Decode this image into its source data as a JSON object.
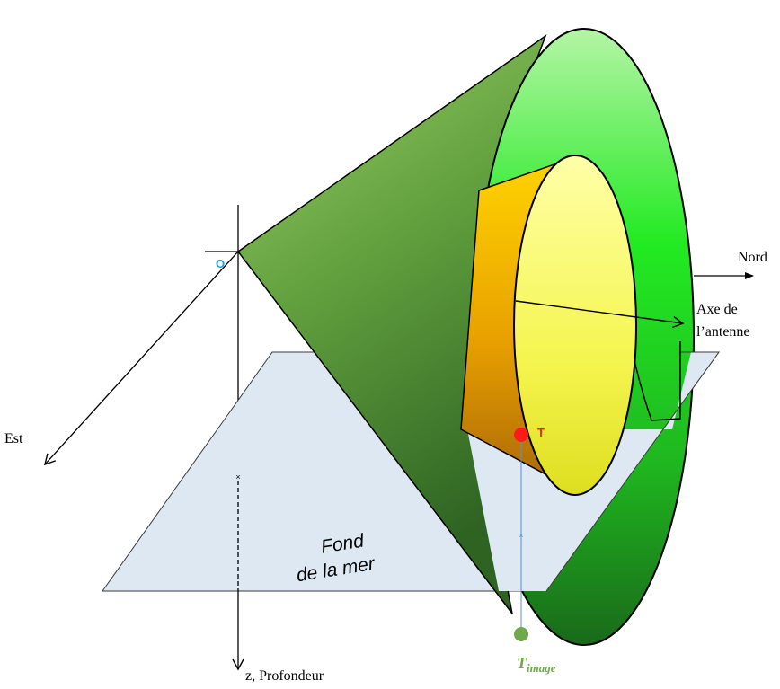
{
  "labels": {
    "origin": "O",
    "north": "Nord",
    "east": "Est",
    "depth": "z, Profondeur",
    "axis_line1": "Axe de",
    "axis_line2": "l’antenne",
    "target": "T",
    "image_main": "T",
    "image_sub": "image",
    "seabed_line1": "Fond",
    "seabed_line2": "de la mer"
  },
  "colors": {
    "origin": "#1aa0e0",
    "target": "#ff1a1a",
    "image": "#70a84a",
    "seabed": "#dde8f3",
    "cone_outer": "#2e7d22",
    "ring": "#22dd22",
    "cylinder": "#ffd700",
    "disc": "#ffff70"
  }
}
